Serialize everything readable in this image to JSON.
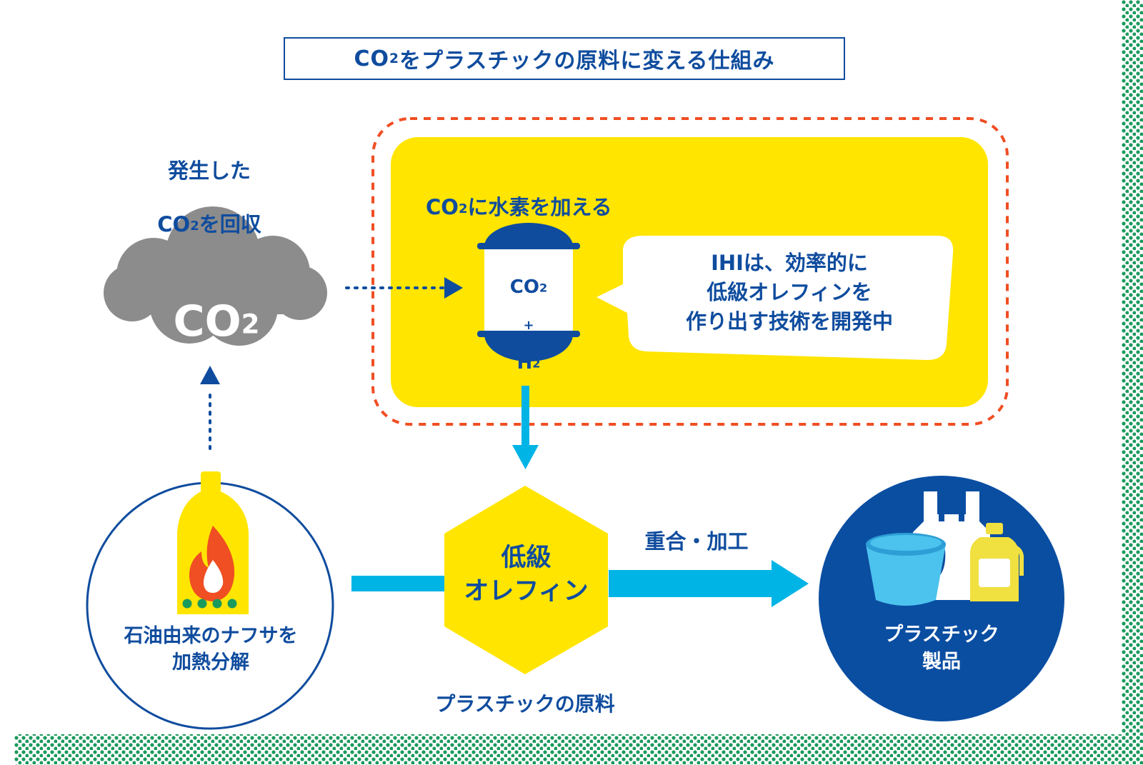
{
  "title": {
    "pre": "CO",
    "sub": "2",
    "post": "をプラスチックの原料に変える仕組み"
  },
  "capture": {
    "line1": "発生した",
    "line2_pre": "CO",
    "line2_sub": "2",
    "line2_post": "を回収"
  },
  "cloud": {
    "pre": "CO",
    "sub": "2"
  },
  "process_label": {
    "pre": "CO",
    "sub": "2",
    "post": "に水素を加える"
  },
  "tank": {
    "line1_pre": "CO",
    "line1_sub": "2",
    "plus": "+",
    "line3_pre": "H",
    "line3_sub": "2"
  },
  "bubble": "IHIは、効率的に\n低級オレフィンを\n作り出す技術を開発中",
  "source": "石油由来のナフサを\n加熱分解",
  "olefin": "低級\nオレフィン",
  "olefin_caption": "プラスチックの原料",
  "arrow_label": "重合・加工",
  "product": "プラスチック\n製品",
  "colors": {
    "navy": "#0f4c9e",
    "yellow": "#ffe500",
    "orange": "#f04e23",
    "cyan": "#00b4e6",
    "gray": "#8c8c8c",
    "green": "#1a9a5c",
    "product_blue": "#0a4ea2",
    "bucket": "#4cc3ee",
    "bottle": "#f0e040"
  },
  "icons": [
    "cloud-icon",
    "tank-icon",
    "flame-bottle-icon",
    "bucket-icon",
    "shopping-bag-icon",
    "detergent-bottle-icon"
  ]
}
